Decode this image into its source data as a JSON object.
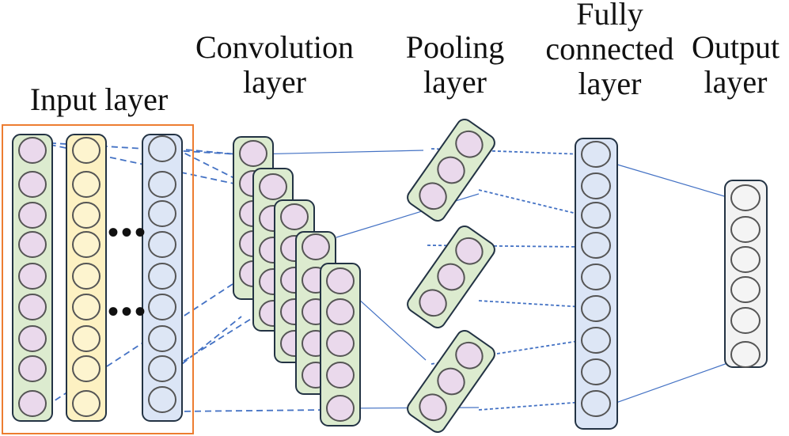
{
  "labels": {
    "input": [
      "Input layer"
    ],
    "conv": [
      "Convolution",
      "layer"
    ],
    "pool": [
      "Pooling",
      "layer"
    ],
    "fc": [
      "Fully",
      "connected",
      "layer"
    ],
    "output": [
      "Output",
      "layer"
    ]
  },
  "ellipsis": "•••",
  "colors": {
    "green": "#dcebcf",
    "yellow": "#fdf1c2",
    "blue": "#dbe5f6",
    "gray": "#f2f2f2",
    "node_fill_pink": "#ead9ec",
    "node_fill_green": "#e3ecd8",
    "node_fill_blue": "#dde6f5",
    "node_fill_gray": "#f4f4f4",
    "node_fill_yellow": "#fdf4cf",
    "stroke": "#233344",
    "link": "#4472c4",
    "input_frame": "#ed7d31"
  },
  "icons": [
    "neuron-node-icon"
  ]
}
